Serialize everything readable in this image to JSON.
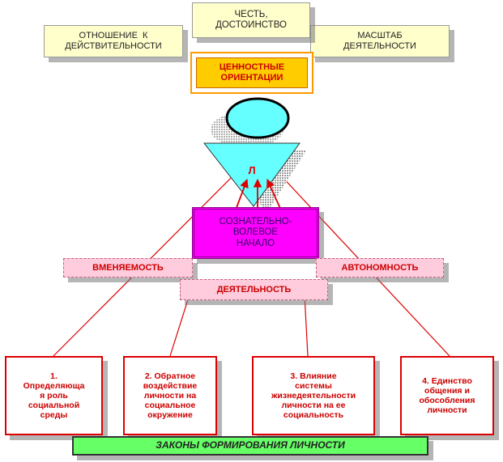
{
  "top_boxes": {
    "honor": "ЧЕСТЬ,\nДОСТОИНСТВО",
    "attitude": "ОТНОШЕНИЕ  К\nДЕЙСТВИТЕЛЬНОСТИ",
    "scale": "МАСШТАБ\nДЕЯТЕЛЬНОСТИ",
    "values": "ЦЕННОСТНЫЕ\nОРИЕНТАЦИИ"
  },
  "funnel_label": "Л",
  "center_box": "СОЗНАТЕЛЬНО-\nВОЛЕВОЕ\nНАЧАЛО",
  "labels": {
    "openness": "ВМЕНЯЕМОСТЬ",
    "autonomy": "АВТОНОМНОСТЬ",
    "activity": "ДЕЯТЕЛЬНОСТЬ"
  },
  "laws": [
    "1.\nОпределяюща\nя роль\nсоциальной\nсреды",
    "2. Обратное\nвоздействие\nличности на\nсоциальное\nокружение",
    "3. Влияние\nсистемы\nжизнедеятельности\nличности на ее\nсоциальность",
    "4. Единство\nобщения и\nобособления\nличности"
  ],
  "bottom_bar": "ЗАКОНЫ ФОРМИРОВАНИЯ  ЛИЧНОСТИ",
  "colors": {
    "red": "#dd0000",
    "magenta": "#ff00ff",
    "cyan": "#66ffff",
    "orange": "#ff9900",
    "green": "#66ff66"
  }
}
